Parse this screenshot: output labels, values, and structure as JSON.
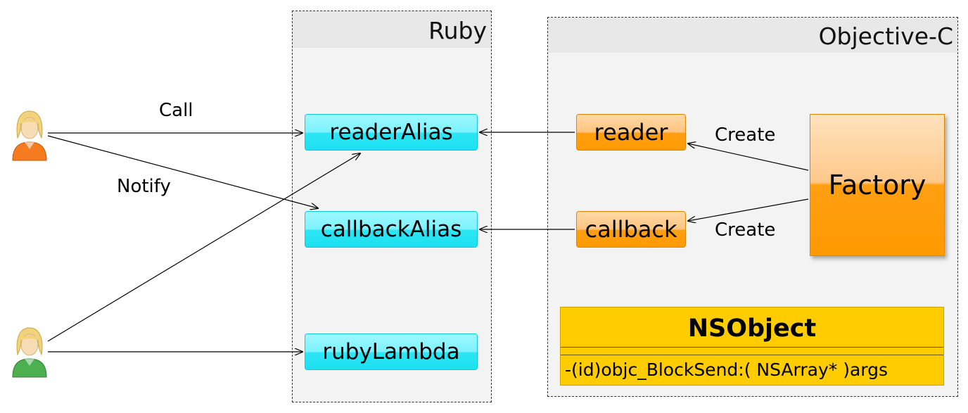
{
  "frames": {
    "ruby": {
      "title": "Ruby"
    },
    "objc": {
      "title": "Objective-C"
    }
  },
  "nodes": {
    "readerAlias": "readerAlias",
    "callbackAlias": "callbackAlias",
    "rubyLambda": "rubyLambda",
    "reader": "reader",
    "callback": "callback",
    "factory": "Factory"
  },
  "class_box": {
    "name": "NSObject",
    "method": "-(id)objc_BlockSend:( NSArray* )args"
  },
  "edge_labels": {
    "call": "Call",
    "notify": "Notify",
    "create_reader": "Create",
    "create_callback": "Create"
  },
  "actors": [
    {
      "icon": "user-orange-icon",
      "shirt_color": "#f47b20"
    },
    {
      "icon": "user-green-icon",
      "shirt_color": "#4caf50"
    }
  ],
  "colors": {
    "ruby_node": "#2ee6f5",
    "objc_node": "#ff9a00",
    "class_box": "#ffcc00",
    "frame_bg": "#f3f3f3"
  }
}
